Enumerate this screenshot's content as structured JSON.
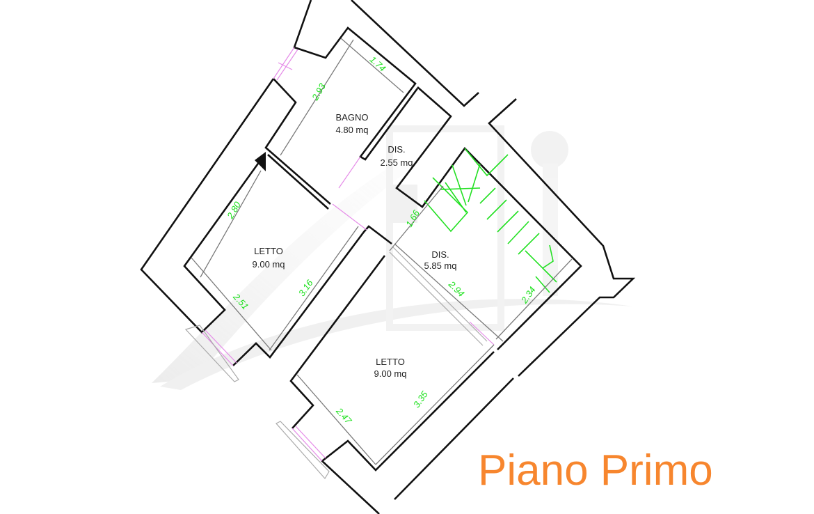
{
  "title": "Piano Primo",
  "rooms": [
    {
      "name": "BAGNO",
      "area": "4.80 mq"
    },
    {
      "name": "DIS.",
      "area": "2.55 mq"
    },
    {
      "name": "LETTO",
      "area": "9.00 mq"
    },
    {
      "name": "DIS.",
      "area": "5.85 mq"
    },
    {
      "name": "LETTO",
      "area": "9.00 mq"
    }
  ],
  "dimensions": [
    "2.93",
    "1.74",
    "2.80",
    "2.51",
    "3.16",
    "1.66",
    "2.94",
    "2.34",
    "2.47",
    "3.35"
  ],
  "colors": {
    "walls": "#111111",
    "dimensions": "#19e019",
    "title": "#f7862e",
    "windows": "#e58be8"
  }
}
